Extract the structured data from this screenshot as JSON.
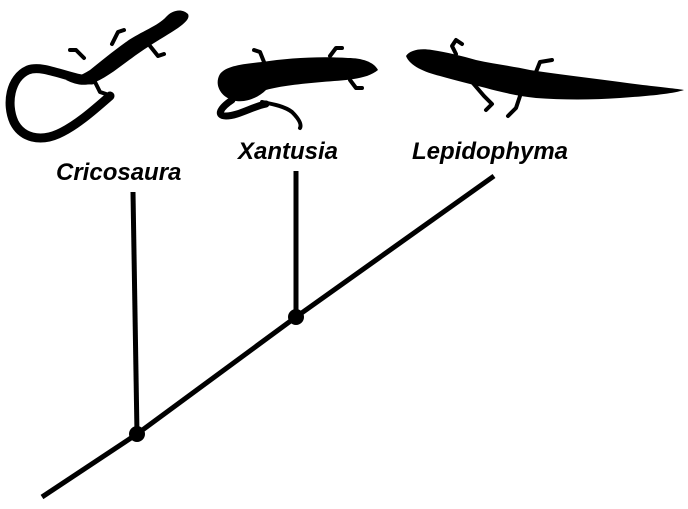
{
  "tree": {
    "taxa": [
      {
        "key": "cricosaura",
        "name": "Cricosaura",
        "silhouette": "curled-tail-lizard-silhouette"
      },
      {
        "key": "xantusia",
        "name": "Xantusia",
        "silhouette": "coiled-lizard-silhouette"
      },
      {
        "key": "lepidophyma",
        "name": "Lepidophyma",
        "silhouette": "walking-lizard-silhouette"
      }
    ],
    "nodes": [
      {
        "key": "node-cricosaura-split",
        "joins": [
          "cricosaura",
          "xantusia+lepidophyma"
        ]
      },
      {
        "key": "node-xantusia-lepidophyma",
        "joins": [
          "xantusia",
          "lepidophyma"
        ]
      }
    ],
    "colors": {
      "ink": "#000000",
      "background": "#ffffff"
    }
  }
}
